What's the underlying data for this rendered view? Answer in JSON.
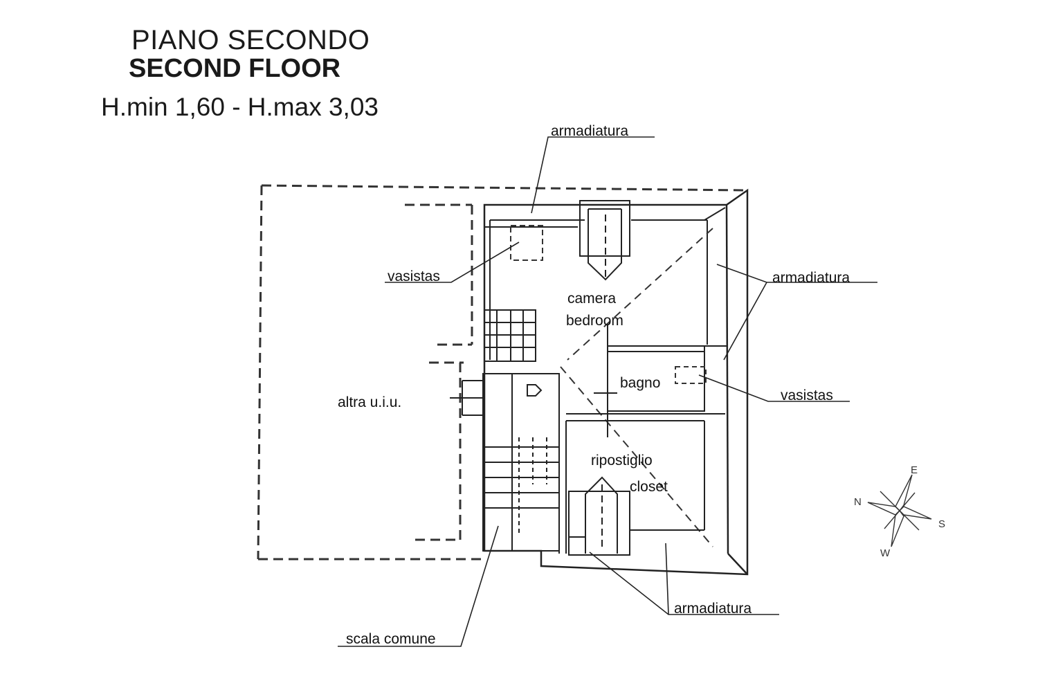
{
  "header": {
    "title_it": "PIANO SECONDO",
    "title_en": "SECOND FLOOR",
    "heights": "H.min 1,60 - H.max 3,03"
  },
  "labels": {
    "armadiatura_top": "armadiatura",
    "armadiatura_right": "armadiatura",
    "armadiatura_bottom": "armadiatura",
    "vasistas_left": "vasistas",
    "vasistas_right": "vasistas",
    "camera": "camera",
    "bedroom": "bedroom",
    "bagno": "bagno",
    "ripostiglio": "ripostiglio",
    "closet": "closet",
    "altra": "altra u.i.u.",
    "scala": "scala comune"
  },
  "compass": {
    "n": "N",
    "e": "E",
    "s": "S",
    "w": "W"
  }
}
